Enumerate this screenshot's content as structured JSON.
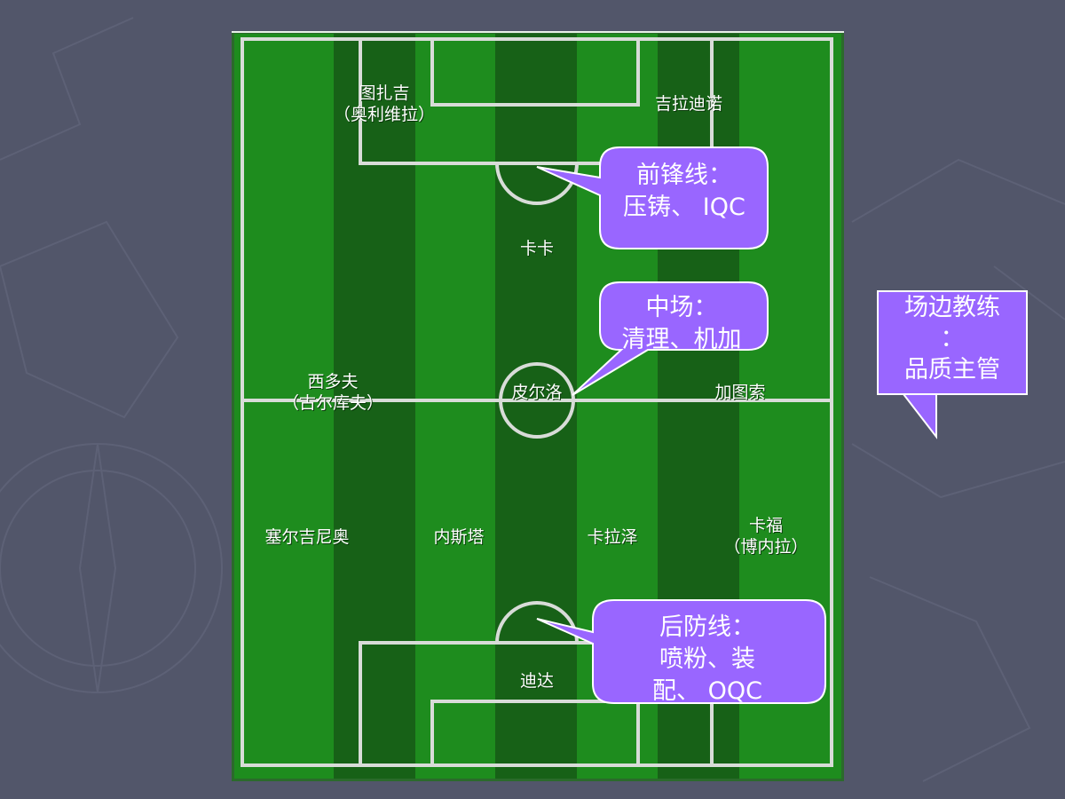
{
  "players": {
    "p_tuzaji": {
      "name": "图扎吉",
      "sub": "（奥利维拉）"
    },
    "p_jiladinuo": {
      "name": "吉拉迪诺",
      "sub": ""
    },
    "p_kaka": {
      "name": "卡卡",
      "sub": ""
    },
    "p_xiduofu": {
      "name": "西多夫",
      "sub": "（古尔库夫）"
    },
    "p_piernuo": {
      "name": "皮尔洛",
      "sub": ""
    },
    "p_jiatusuo": {
      "name": "加图索",
      "sub": ""
    },
    "p_saierjinio": {
      "name": "塞尔吉尼奥",
      "sub": ""
    },
    "p_neisita": {
      "name": "内斯塔",
      "sub": ""
    },
    "p_kalaze": {
      "name": "卡拉泽",
      "sub": ""
    },
    "p_kafu": {
      "name": "卡福",
      "sub": "（博内拉）"
    },
    "p_dida": {
      "name": "迪达",
      "sub": ""
    }
  },
  "callouts": {
    "forward": {
      "line1": "前锋线：",
      "line2": "压铸、 IQC"
    },
    "midfield": {
      "line1": "中场：",
      "line2": "清理、机加"
    },
    "defense": {
      "line1": "后防线：",
      "line2": "喷粉、装",
      "line3": "配、 OQC"
    }
  },
  "coach_box": {
    "line1": "场边教练",
    "line2": "：",
    "line3": "品质主管"
  },
  "colors": {
    "background": "#52566a",
    "pitch_light": "#1e8c1e",
    "pitch_dark": "#176117",
    "callout": "#9966ff",
    "lines": "#d8dcd8"
  }
}
